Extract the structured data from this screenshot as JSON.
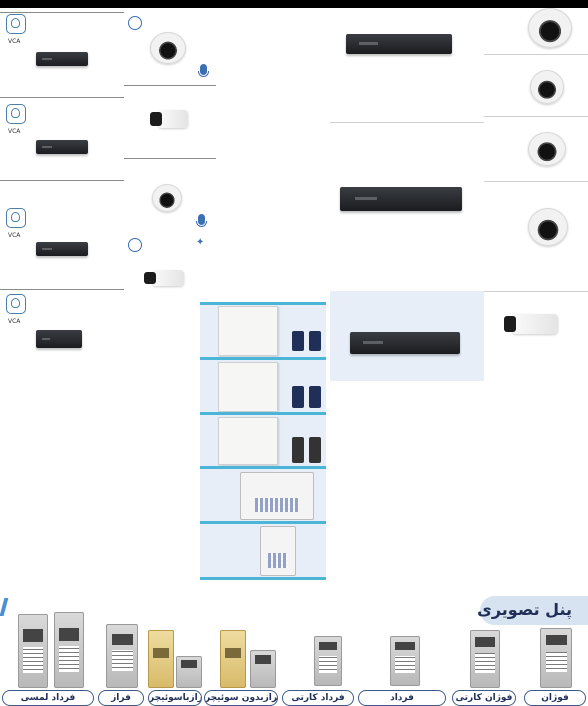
{
  "badges": {
    "vca": "VCA"
  },
  "intercom_section": {
    "title": "پنل تصویری",
    "captions": [
      "فوژان",
      "فوژان کارتی",
      "فرداد",
      "فرداد کارتی",
      "فرازبدون سوئیچر",
      "فرازباسوئیچر",
      "فراز",
      "فرداد لمسی"
    ]
  },
  "colors": {
    "accent_blue": "#4bb5d8",
    "navy_text": "#1f2f57",
    "highlight_bg": "#e7eef7"
  }
}
